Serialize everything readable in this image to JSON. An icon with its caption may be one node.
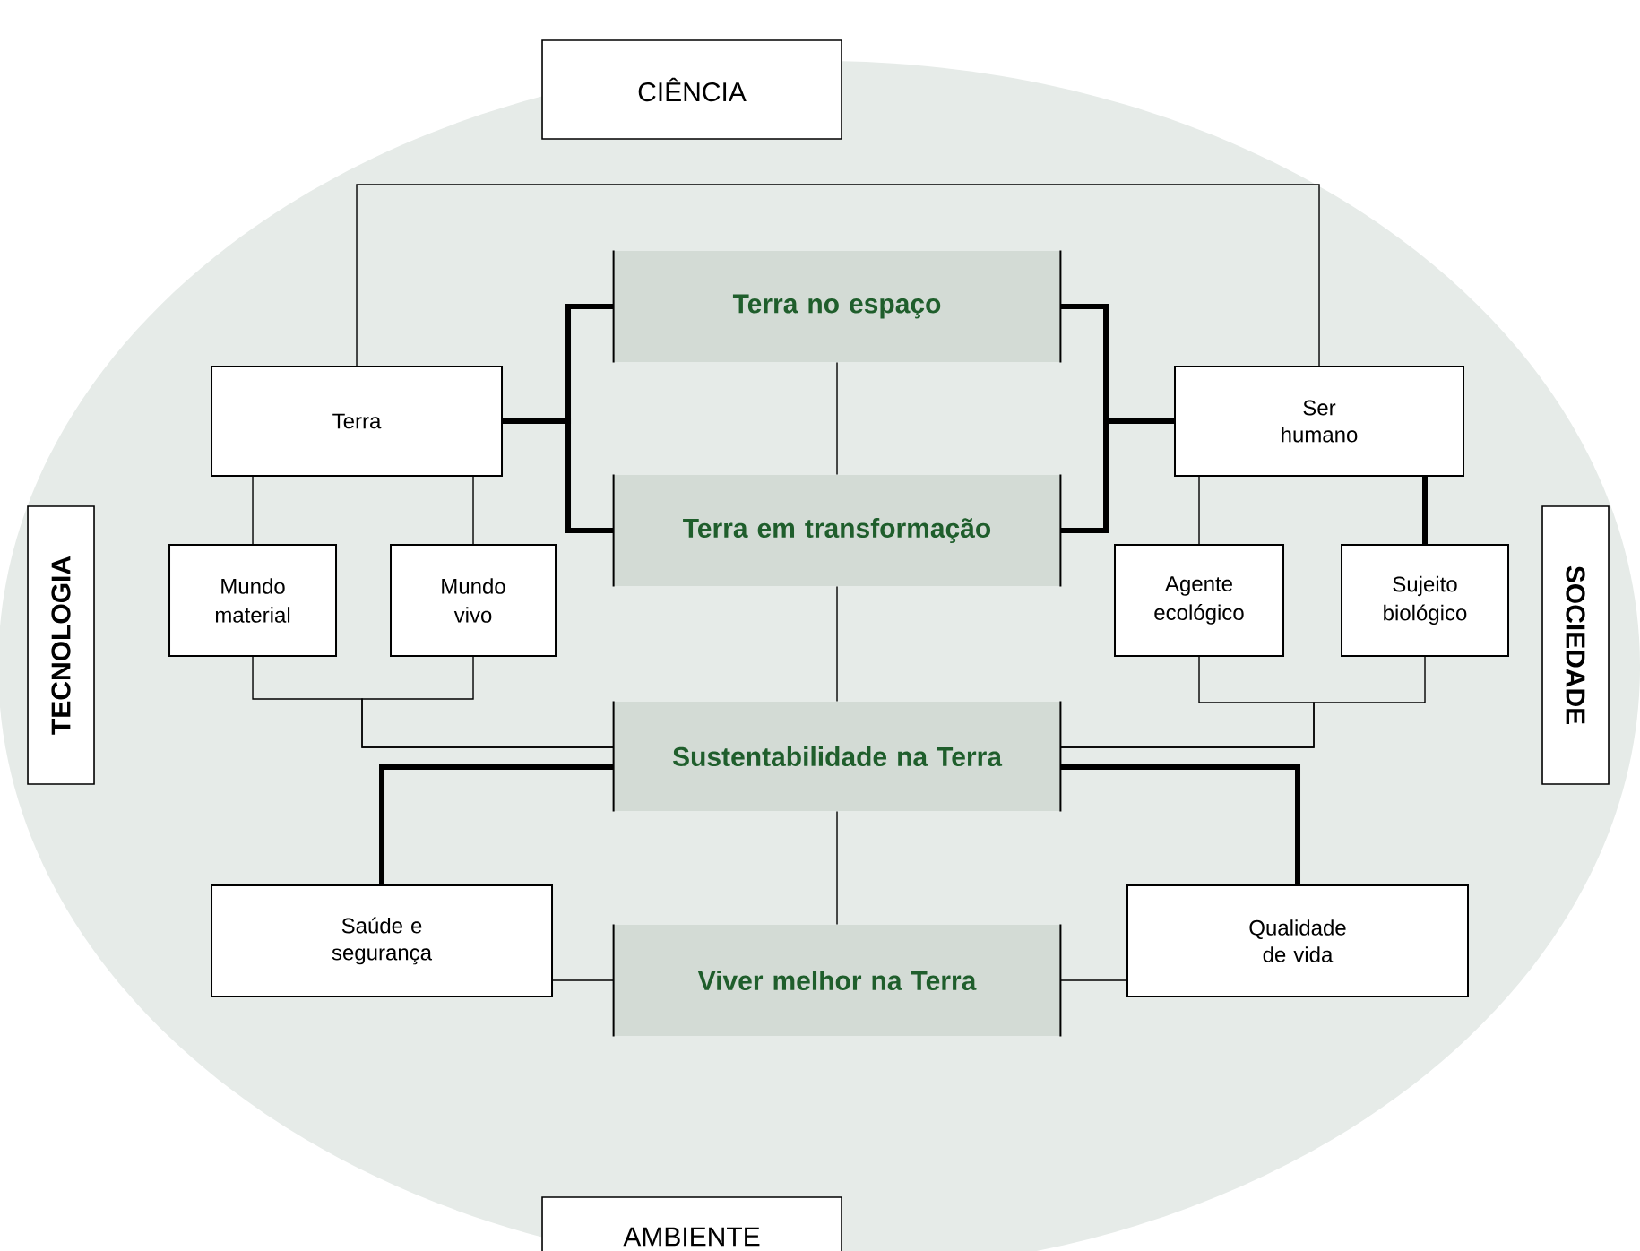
{
  "diagram": {
    "nodes": [
      {
        "text": [
          "CIÊNCIA"
        ]
      },
      {
        "text": [
          "TECNOLOGIA"
        ]
      },
      {
        "text": [
          "SOCIEDADE"
        ]
      },
      {
        "text": [
          "AMBIENTE"
        ]
      },
      {
        "text": [
          "Terra no espaço"
        ]
      },
      {
        "text": [
          "Terra em transformação"
        ]
      },
      {
        "text": [
          "Sustentabilidade na Terra"
        ]
      },
      {
        "text": [
          "Viver melhor na Terra"
        ]
      },
      {
        "text": [
          "Terra"
        ]
      },
      {
        "text": [
          "Mundo material"
        ]
      },
      {
        "text": [
          "Mundo vivo"
        ]
      },
      {
        "text": [
          "Ser humano"
        ]
      },
      {
        "text": [
          "Agente ecológico"
        ]
      },
      {
        "text": [
          "Sujeito biológico"
        ]
      },
      {
        "text": [
          "Saúde e segurança"
        ]
      },
      {
        "text": [
          "Qualidade de vida"
        ]
      }
    ],
    "edges": [
      {
        "from": 8,
        "to": 11,
        "arrow": "none"
      },
      {
        "from": 8,
        "to": 4,
        "arrow": "none",
        "style": "thick"
      },
      {
        "from": 8,
        "to": 5,
        "arrow": "none",
        "style": "thick"
      },
      {
        "from": 11,
        "to": 4,
        "arrow": "none",
        "style": "thick"
      },
      {
        "from": 11,
        "to": 5,
        "arrow": "none",
        "style": "thick"
      },
      {
        "from": 4,
        "to": 5,
        "arrow": "none"
      },
      {
        "from": 5,
        "to": 6,
        "arrow": "none"
      },
      {
        "from": 6,
        "to": 7,
        "arrow": "none"
      },
      {
        "from": 8,
        "to": 9,
        "arrow": "none"
      },
      {
        "from": 8,
        "to": 10,
        "arrow": "none"
      },
      {
        "from": 11,
        "to": 12,
        "arrow": "none"
      },
      {
        "from": 11,
        "to": 13,
        "arrow": "none",
        "style": "thick"
      },
      {
        "from": 9,
        "to": 6,
        "arrow": "none"
      },
      {
        "from": 10,
        "to": 6,
        "arrow": "none"
      },
      {
        "from": 12,
        "to": 6,
        "arrow": "none"
      },
      {
        "from": 13,
        "to": 6,
        "arrow": "none"
      },
      {
        "from": 6,
        "to": 14,
        "arrow": "none",
        "style": "thick"
      },
      {
        "from": 6,
        "to": 15,
        "arrow": "none",
        "style": "thick"
      },
      {
        "from": 14,
        "to": 7,
        "arrow": "none"
      },
      {
        "from": 7,
        "to": 15,
        "arrow": "none"
      }
    ]
  }
}
